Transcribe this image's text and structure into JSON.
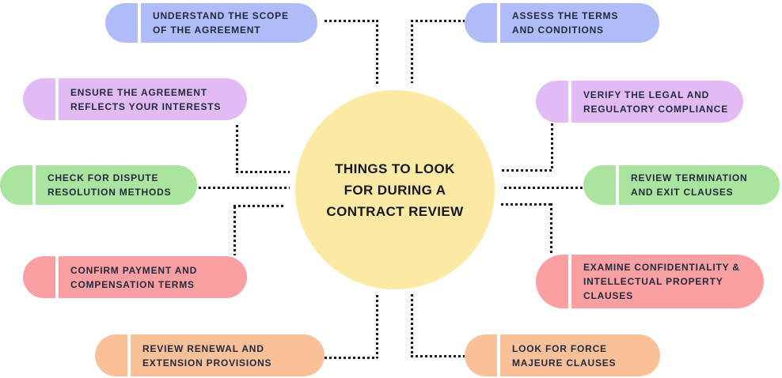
{
  "center": {
    "text": "THINGS TO LOOK\nFOR DURING A\nCONTRACT REVIEW",
    "bg": "#FBE9A4"
  },
  "pills": [
    {
      "id": "understand-scope",
      "label": "UNDERSTAND THE SCOPE\nOF THE AGREEMENT",
      "color": "#AFBCF8"
    },
    {
      "id": "assess-terms",
      "label": "ASSESS THE TERMS\nAND CONDITIONS",
      "color": "#AFBCF8"
    },
    {
      "id": "ensure-interests",
      "label": "ENSURE THE AGREEMENT\nREFLECTS YOUR INTERESTS",
      "color": "#E3BBF4"
    },
    {
      "id": "verify-compliance",
      "label": "VERIFY THE LEGAL AND\nREGULATORY COMPLIANCE",
      "color": "#E3BBF4"
    },
    {
      "id": "check-dispute",
      "label": "CHECK FOR DISPUTE\nRESOLUTION METHODS",
      "color": "#A9E59F"
    },
    {
      "id": "review-termination",
      "label": "REVIEW TERMINATION\nAND EXIT CLAUSES",
      "color": "#A9E59F"
    },
    {
      "id": "confirm-payment",
      "label": "CONFIRM PAYMENT AND\nCOMPENSATION TERMS",
      "color": "#FA9FA2"
    },
    {
      "id": "examine-confidentiality",
      "label": "EXAMINE CONFIDENTIALITY &\nINTELLECTUAL PROPERTY\nCLAUSES",
      "color": "#FA9FA2"
    },
    {
      "id": "review-renewal",
      "label": "REVIEW RENEWAL AND\nEXTENSION PROVISIONS",
      "color": "#FAC097"
    },
    {
      "id": "look-force-majeure",
      "label": "LOOK FOR FORCE\nMAJEURE CLAUSES",
      "color": "#FAC097"
    }
  ],
  "colors": {
    "connector_line": "#1b1b1b",
    "pill_text": "#232A3D",
    "center_text": "#15181F",
    "background": "#FFFFFF"
  }
}
